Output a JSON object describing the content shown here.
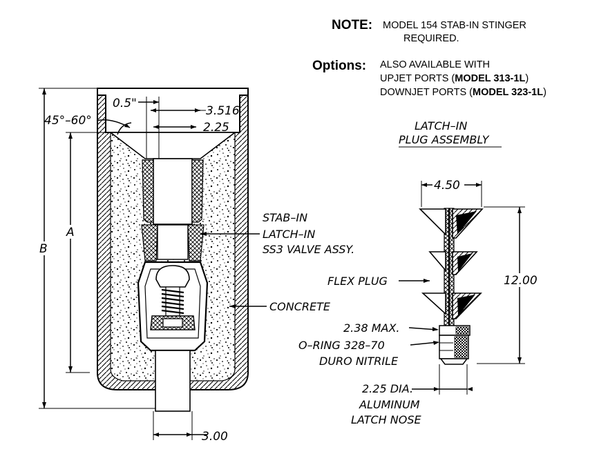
{
  "note": {
    "key": "NOTE:",
    "line1": "MODEL 154 STAB-IN STINGER",
    "line2": "REQUIRED."
  },
  "options": {
    "key": "Options:",
    "line1": "ALSO AVAILABLE WITH",
    "line2_pre": "UPJET PORTS (",
    "line2_bold": "MODEL 313-1L",
    "line2_post": ")",
    "line3_pre": "DOWNJET PORTS (",
    "line3_bold": "MODEL 323-1L",
    "line3_post": ")"
  },
  "assembly": {
    "title_line1": "LATCH–IN",
    "title_line2": "PLUG ASSEMBLY"
  },
  "dimensions": {
    "top_gap": "0.5\"",
    "bore_outer": "3.516",
    "bore_inner": "2.25",
    "angle": "45°–60°",
    "a": "A",
    "b": "B",
    "bottom": "3.00",
    "plug_width": "4.50",
    "plug_height": "12.00"
  },
  "callouts": {
    "stab_line1": "STAB–IN",
    "stab_line2": "LATCH–IN",
    "stab_line3": "SS3 VALVE ASSY.",
    "concrete": "CONCRETE",
    "flex_plug": "FLEX PLUG",
    "max": "2.38 MAX.",
    "oring_line1": "O–RING 328–70",
    "oring_line2": "DURO NITRILE",
    "nose_line1": "2.25 DIA.",
    "nose_line2": "ALUMINUM",
    "nose_line3": "LATCH NOSE"
  }
}
